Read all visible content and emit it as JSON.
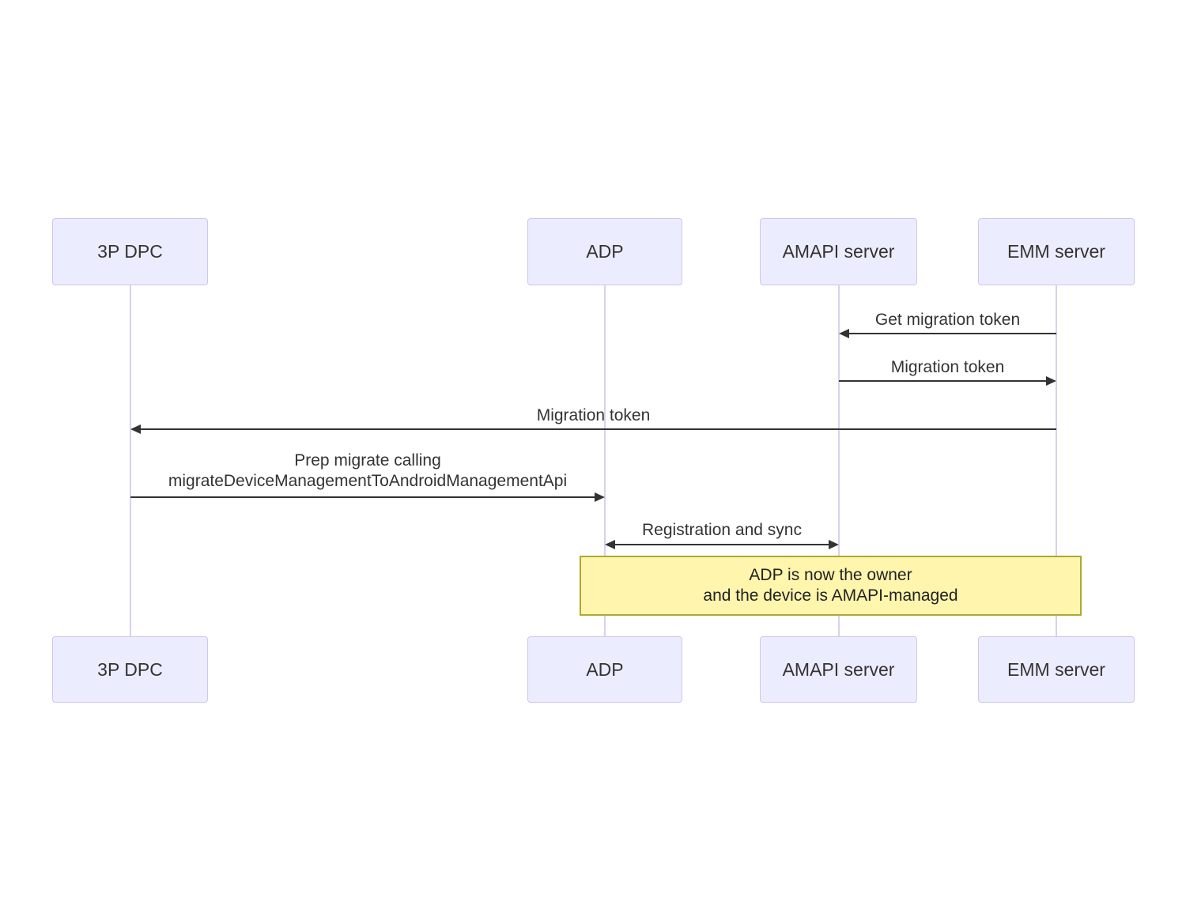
{
  "diagram": {
    "type": "sequence",
    "actors": [
      {
        "id": "3p-dpc",
        "label": "3P DPC"
      },
      {
        "id": "adp",
        "label": "ADP"
      },
      {
        "id": "amapi-server",
        "label": "AMAPI server"
      },
      {
        "id": "emm-server",
        "label": "EMM server"
      }
    ],
    "messages": [
      {
        "from": "EMM server",
        "to": "AMAPI server",
        "label": "Get migration token",
        "arrow": "solid-left"
      },
      {
        "from": "AMAPI server",
        "to": "EMM server",
        "label": "Migration token",
        "arrow": "solid-right"
      },
      {
        "from": "EMM server",
        "to": "3P DPC",
        "label": "Migration token",
        "arrow": "solid-left"
      },
      {
        "from": "3P DPC",
        "to": "ADP",
        "label_line1": "Prep migrate calling",
        "label_line2": "migrateDeviceManagementToAndroidManagementApi",
        "arrow": "solid-right"
      },
      {
        "from": "ADP",
        "to": "AMAPI server",
        "label": "Registration and sync",
        "arrow": "solid-both"
      }
    ],
    "note": {
      "over": "ADP, AMAPI server, EMM server",
      "line1": "ADP is now the owner",
      "line2": "and the device is AMAPI-managed"
    },
    "colors": {
      "actor_fill": "#ECECFF",
      "actor_border": "#CFC6EE",
      "lifeline": "#D8D1F0",
      "message_line": "#333333",
      "text": "#333333",
      "note_fill": "#FFF5AD",
      "note_border": "#AAAA33"
    }
  }
}
